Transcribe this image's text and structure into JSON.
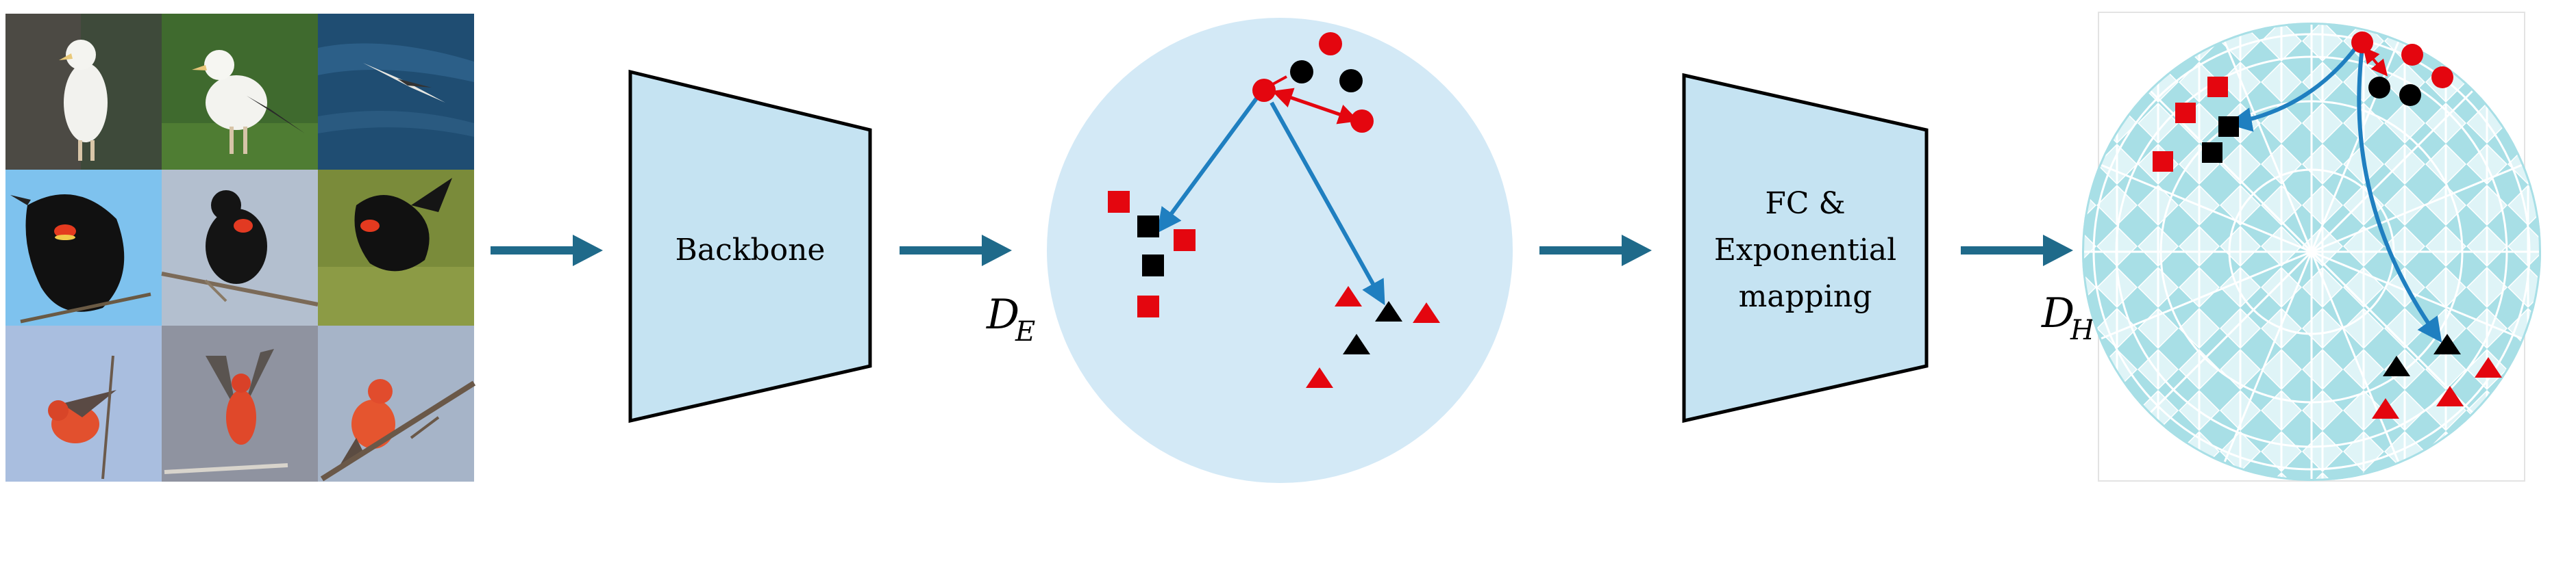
{
  "stages": {
    "backbone": "Backbone",
    "head_line1": "FC &",
    "head_line2": "Exponential",
    "head_line3": "mapping"
  },
  "spaces": {
    "euclidean": {
      "main": "D",
      "sub": "E"
    },
    "hyperbolic": {
      "main": "D",
      "sub": "H"
    }
  },
  "colors": {
    "arrow": "#1f6a8a",
    "block_fill": "#c5e3f2",
    "disk_fill": "#d3e9f6",
    "tiling_fill": "#bde7ec",
    "red": "#e4060f",
    "black": "#000000",
    "distance_arrow": "#1f7fc0"
  },
  "image_grid": {
    "rows": 3,
    "cols": 3,
    "tiles": [
      "albatross-on-grass",
      "albatross-on-grass",
      "albatross-over-sea",
      "red-winged-blackbird",
      "red-winged-blackbird",
      "red-winged-blackbird",
      "vermilion-flycatcher",
      "vermilion-flycatcher",
      "vermilion-flycatcher"
    ]
  },
  "legend_shapes": [
    "circle-class",
    "square-class",
    "triangle-class"
  ]
}
